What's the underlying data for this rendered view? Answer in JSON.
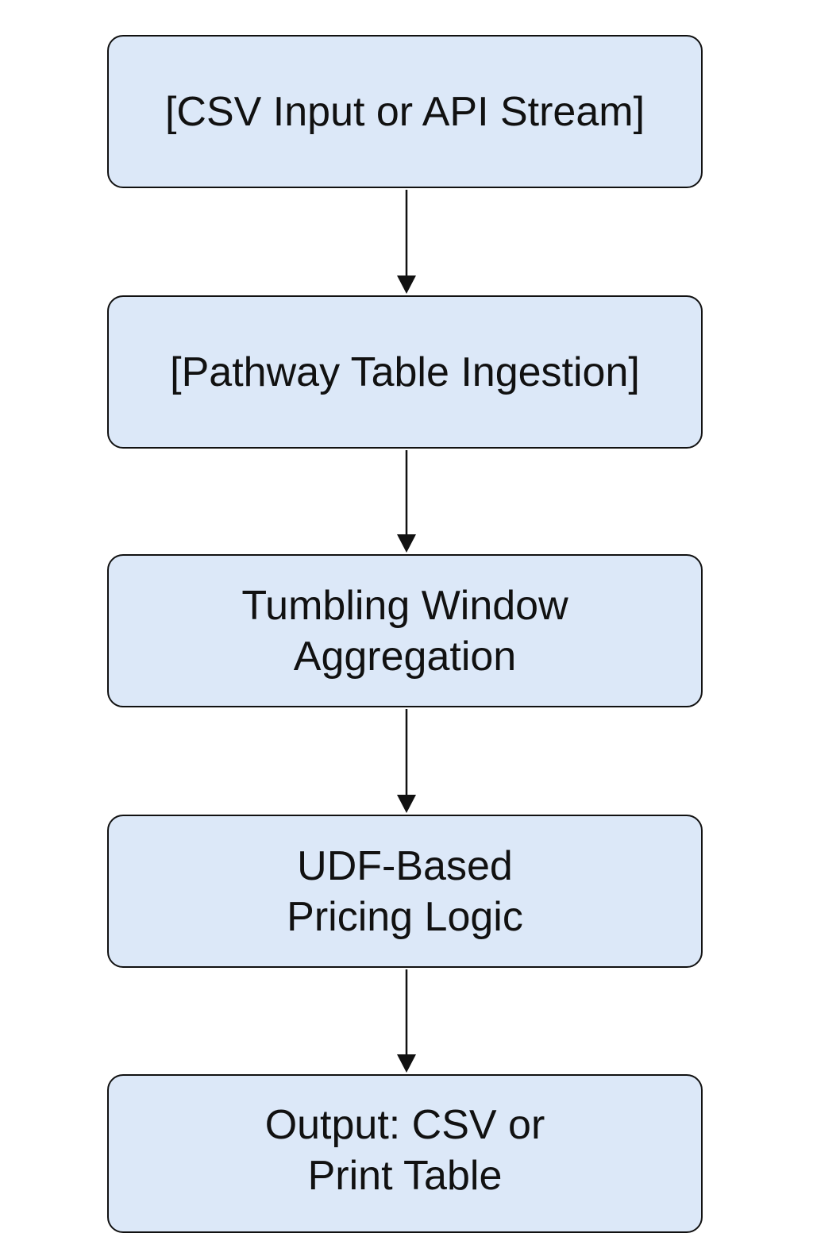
{
  "diagram": {
    "nodes": [
      {
        "id": "csv-input",
        "lines": [
          "[CSV Input or API Stream]"
        ]
      },
      {
        "id": "pathway-ingestion",
        "lines": [
          "[Pathway Table Ingestion]"
        ]
      },
      {
        "id": "tumbling-window",
        "lines": [
          "Tumbling Window",
          "Aggregation"
        ]
      },
      {
        "id": "udf-pricing",
        "lines": [
          "UDF-Based",
          "Pricing Logic"
        ]
      },
      {
        "id": "output",
        "lines": [
          "Output: CSV or",
          "Print Table"
        ]
      }
    ],
    "edges": [
      {
        "from": "csv-input",
        "to": "pathway-ingestion"
      },
      {
        "from": "pathway-ingestion",
        "to": "tumbling-window"
      },
      {
        "from": "tumbling-window",
        "to": "udf-pricing"
      },
      {
        "from": "udf-pricing",
        "to": "output"
      }
    ],
    "colors": {
      "node_fill": "#dce8f8",
      "node_border": "#111111",
      "text": "#111111",
      "arrow": "#111111"
    }
  }
}
